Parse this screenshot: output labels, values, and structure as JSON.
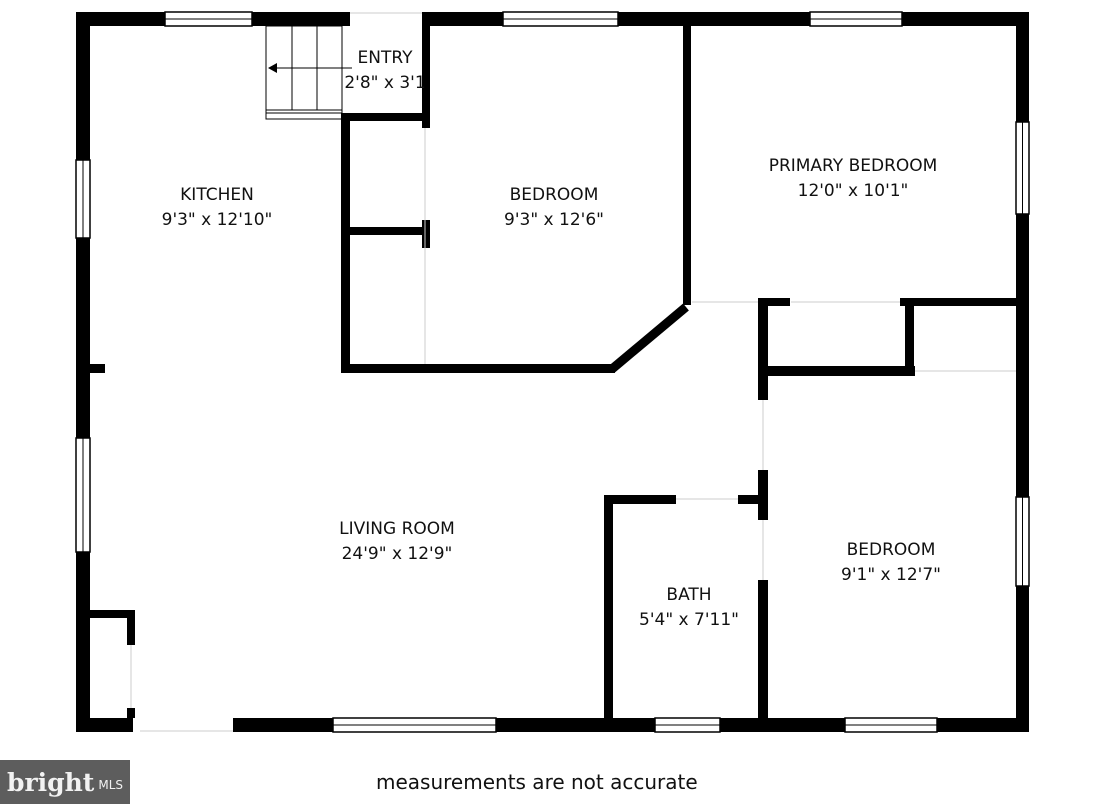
{
  "rooms": [
    {
      "name": "ENTRY",
      "size": "2'8\" x 3'1"
    },
    {
      "name": "KITCHEN",
      "size": "9'3\" x 12'10\""
    },
    {
      "name": "BEDROOM",
      "size": "9'3\" x 12'6\""
    },
    {
      "name": "PRIMARY BEDROOM",
      "size": "12'0\" x 10'1\""
    },
    {
      "name": "LIVING ROOM",
      "size": "24'9\" x 12'9\""
    },
    {
      "name": "BATH",
      "size": "5'4\" x 7'11\""
    },
    {
      "name": "BEDROOM",
      "size": "9'1\" x 12'7\""
    }
  ],
  "note": "measurements are not accurate",
  "logo": {
    "brand": "bright",
    "suffix": "MLS",
    "accent": "#e0463a"
  },
  "colors": {
    "wall": "#000000",
    "background": "#ffffff"
  }
}
